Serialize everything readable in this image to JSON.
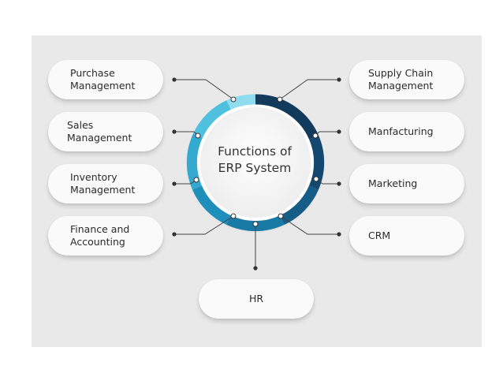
{
  "center": {
    "title": "Functions of\nERP System"
  },
  "left_items": [
    {
      "label": "Purchase\nManagement"
    },
    {
      "label": "Sales\nManagement"
    },
    {
      "label": "Inventory\nManagement"
    },
    {
      "label": "Finance and\nAccounting"
    }
  ],
  "right_items": [
    {
      "label": "Supply Chain\nManagement"
    },
    {
      "label": "Manfacturing"
    },
    {
      "label": "Marketing"
    },
    {
      "label": "CRM"
    }
  ],
  "bottom_item": {
    "label": "HR"
  },
  "colors": {
    "background_panel": "#e9e9e9",
    "ring_light": "#5ec8e0",
    "ring_mid": "#1f93bd",
    "ring_dark": "#123b5e",
    "connector": "#444444"
  }
}
